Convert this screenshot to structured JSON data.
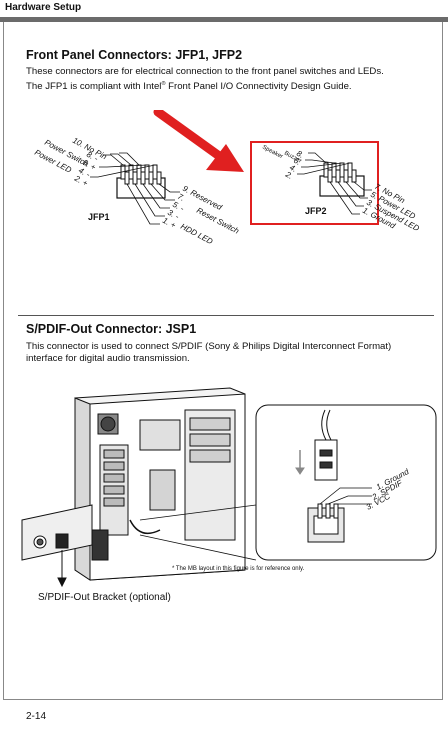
{
  "header": {
    "title": "Hardware Setup"
  },
  "section1": {
    "title": "Front Panel Connectors: JFP1, JFP2",
    "line1": "These connectors are for electrical connection to the front panel switches and LEDs.",
    "line2_pre": "The JFP1 is compliant with Intel",
    "line2_reg": "®",
    "line2_post": " Front Panel I/O Connectivity Design Guide."
  },
  "jfp1": {
    "name": "JFP1",
    "left_labels": [
      "10. No Pin",
      "8. -",
      "6. +",
      "4. -",
      "2. +"
    ],
    "left_group_labels": [
      "Power Switch",
      "Power LED"
    ],
    "right_labels": [
      "9. Reserved",
      "7.",
      "5. -",
      "3. -",
      "1. +"
    ],
    "right_group_labels": [
      "Reset Switch",
      "HDD LED"
    ]
  },
  "jfp2": {
    "name": "JFP2",
    "left_labels": [
      "Speaker",
      "Buzzer",
      "8.",
      "6.",
      "4.",
      "2."
    ],
    "right_labels": [
      "7. No Pin",
      "5. Power LED",
      "3. Suspend LED",
      "1. Ground"
    ],
    "highlight_color": "#e02020"
  },
  "section2": {
    "title": "S/PDIF-Out Connector: JSP1",
    "line1": "This connector is used to connect S/PDIF (Sony & Philips Digital Interconnect Format)",
    "line2": "interface for digital audio transmission."
  },
  "jsp1": {
    "pins": [
      "1. Ground",
      "2. SPDIF",
      "3. VCC"
    ],
    "note": "* The MB layout in this figure is for reference only.",
    "bracket_label": "S/PDIF-Out Bracket (optional)"
  },
  "footer": {
    "page_number": "2-14"
  }
}
